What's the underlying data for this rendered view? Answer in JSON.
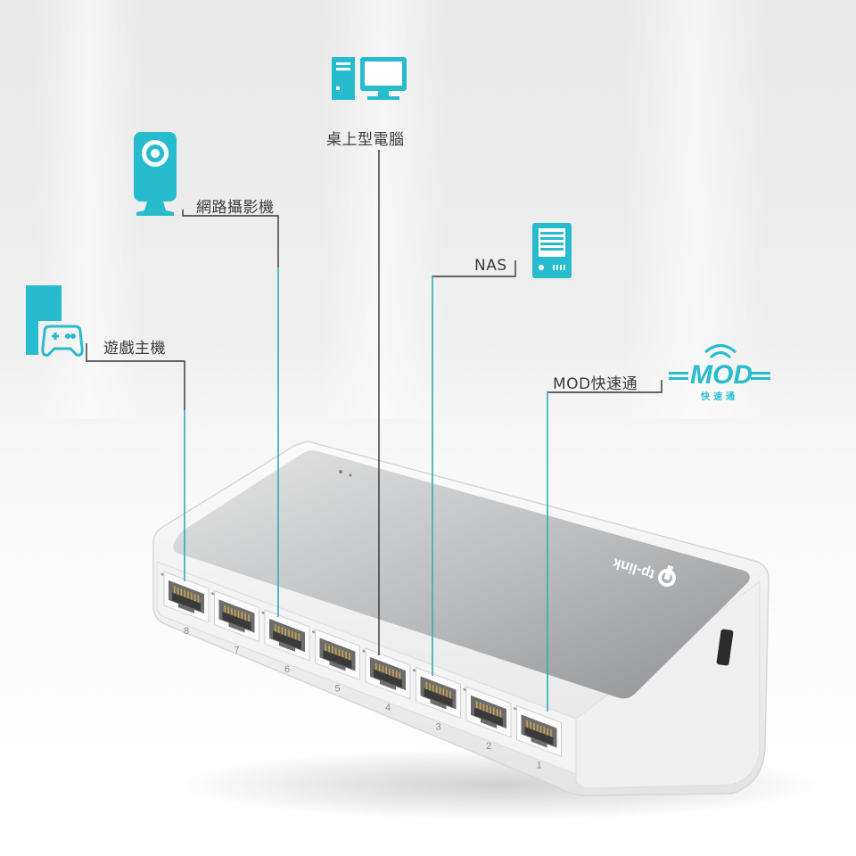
{
  "labels": {
    "game_console": "遊戲主機",
    "ip_camera": "網路攝影機",
    "desktop_pc": "桌上型電腦",
    "nas": "NAS",
    "mod": "MOD快速通"
  },
  "mod_logo": {
    "title": "MOD",
    "subtitle": "快速通"
  },
  "device": {
    "brand": "tp-link"
  },
  "ports": [
    "8",
    "7",
    "6",
    "5",
    "4",
    "3",
    "2",
    "1"
  ],
  "colors": {
    "accent": "#27bccd",
    "line_dark": "#333333",
    "line_cyan": "#2fc4d3"
  },
  "icons": [
    "game-console-icon",
    "ip-camera-icon",
    "desktop-computer-icon",
    "nas-icon",
    "mod-logo-icon",
    "tp-link-logo-icon"
  ]
}
